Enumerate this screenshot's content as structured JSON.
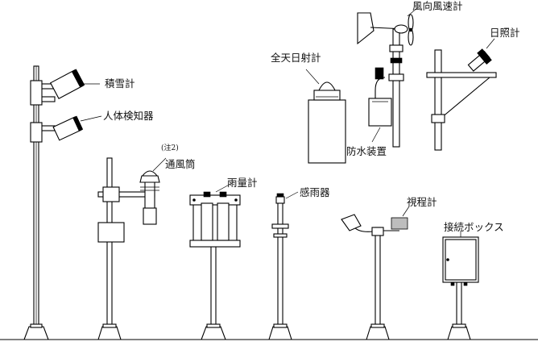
{
  "labels": {
    "snow_gauge": "積雪計",
    "human_detector": "人体検知器",
    "note": "(注2)",
    "ventilation_tube": "通風筒",
    "rain_gauge": "雨量計",
    "rain_sensor": "感雨器",
    "visibility_meter": "視程計",
    "junction_box": "接続ボックス",
    "pyranometer": "全天日射計",
    "anemometer": "風向風速計",
    "sunshine_meter": "日照計",
    "waterproof_device": "防水装置"
  }
}
